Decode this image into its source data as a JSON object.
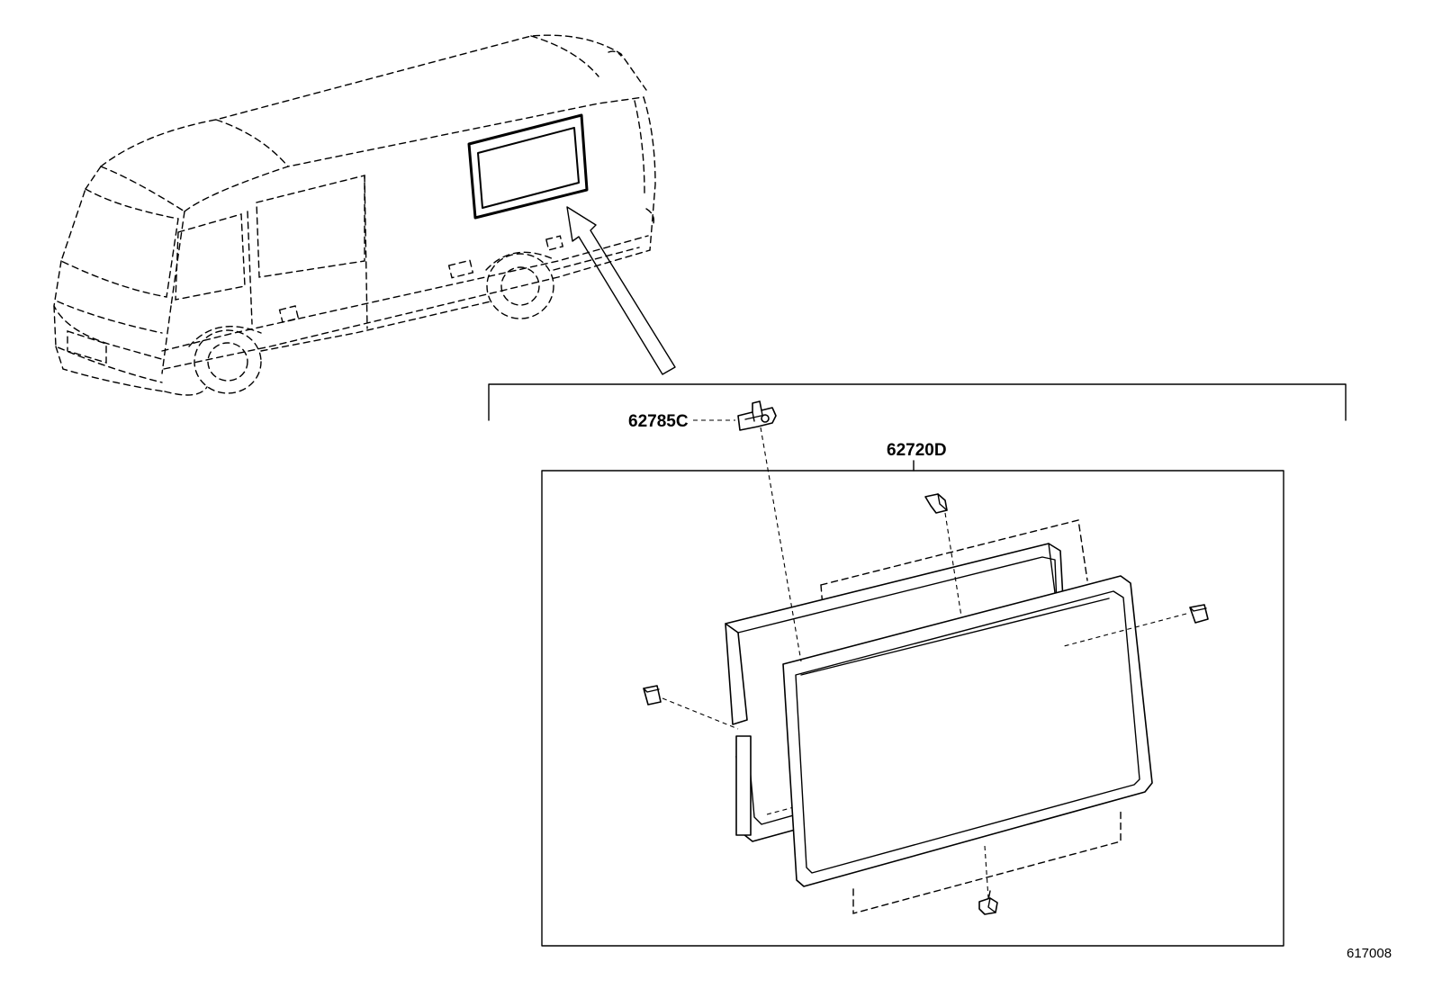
{
  "parts": [
    {
      "id": "clip",
      "label": "62785C"
    },
    {
      "id": "window",
      "label": "62720D"
    }
  ],
  "figure_code": "617008"
}
